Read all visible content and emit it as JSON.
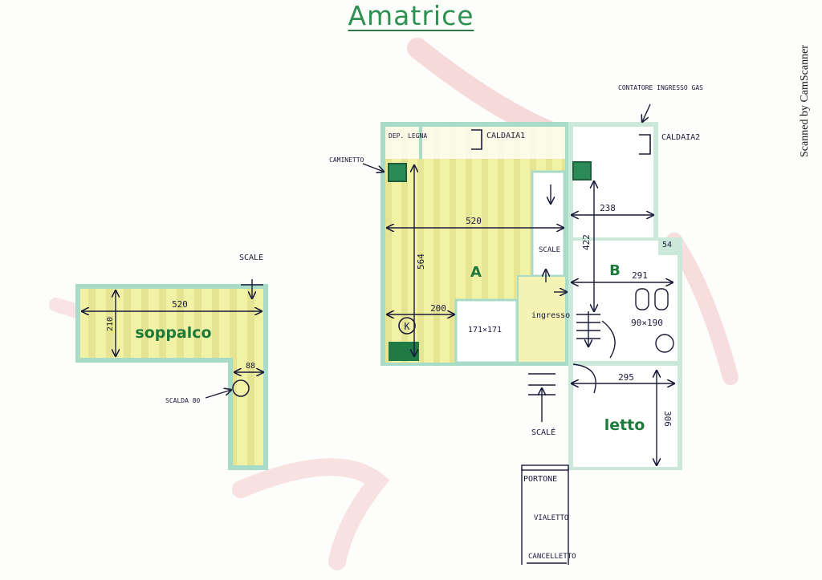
{
  "title": "Amatrice",
  "watermark": "Scanned by CamScanner",
  "colors": {
    "wall": "#a9dcc8",
    "floor": "#f2f2a6",
    "floor_stripe": "#e9e89a",
    "white_room": "#ffffff",
    "room_label": "#1d7a3a",
    "ink": "#1a1a3a",
    "title": "#2e9151",
    "smudge": "#f3c9c9"
  },
  "rooms": {
    "a": "A",
    "b": "B",
    "letto": "letto",
    "soppalco": "soppalco"
  },
  "dimensions": {
    "a_width": "520",
    "a_height": "564",
    "a_200": "200",
    "b_238": "238",
    "b_291": "291",
    "b_422": "422",
    "b_54": "54",
    "letto_295": "295",
    "letto_306": "306",
    "bath": "90×190",
    "shower": "171×171",
    "soppalco_width": "520",
    "soppalco_height": "210",
    "soppalco_88": "88"
  },
  "labels": {
    "dep_legna": "DEP. LEGNA",
    "caldaia1": "CALDAIA1",
    "caldaia2": "CALDAIA2",
    "contatore": "CONTATORE INGRESSO GAS",
    "caminetto": "CAMINETTO",
    "scale_a": "SCALE",
    "ingresso": "ingresso",
    "scale_out": "SCALÉ",
    "portone": "PORTONE",
    "vialetto": "VIALETTO",
    "cancelletto": "CANCELLETTO",
    "scale_soppalco": "SCALE",
    "scaldabagno": "SCALDA 80",
    "k": "K"
  }
}
